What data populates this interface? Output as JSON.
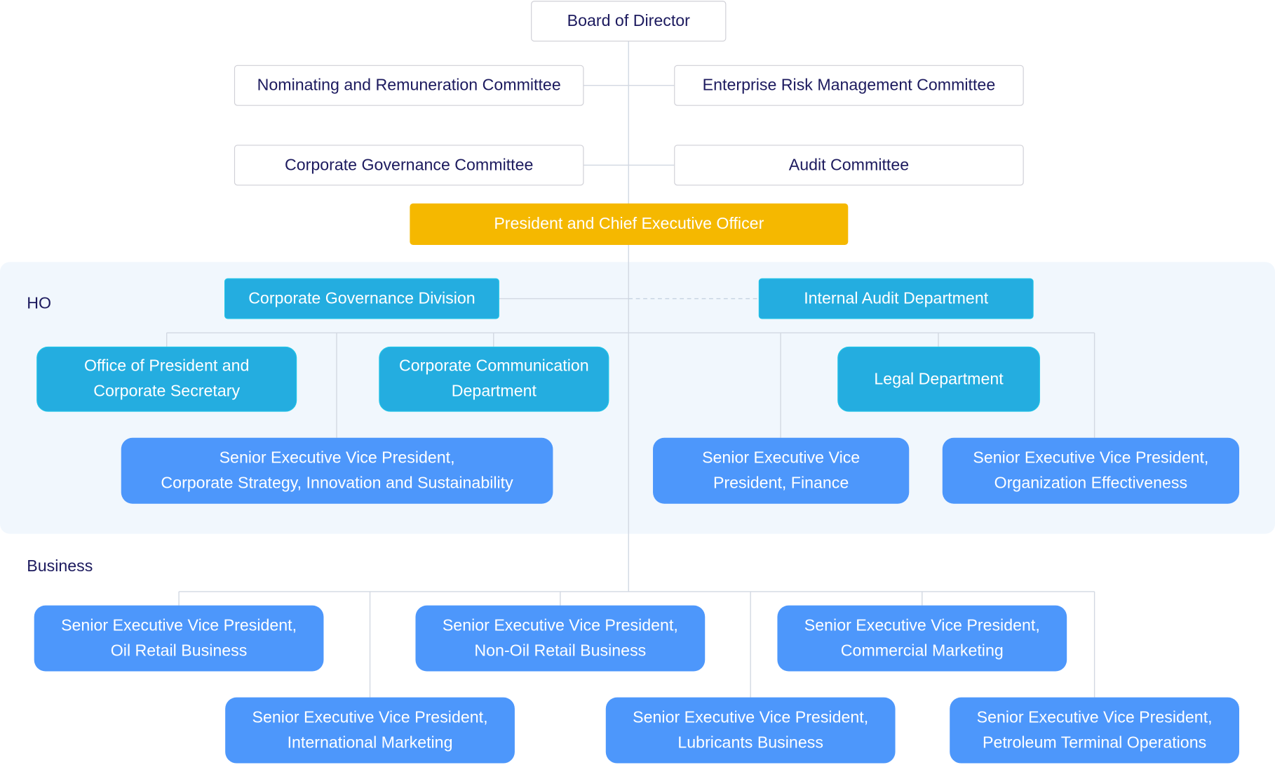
{
  "sections": {
    "ho": "HO",
    "business": "Business"
  },
  "board": {
    "title": "Board of Director",
    "committees": {
      "nominating": "Nominating and Remuneration Committee",
      "risk": "Enterprise Risk Management Committee",
      "governance": "Corporate Governance Committee",
      "audit": "Audit Committee"
    }
  },
  "ceo": "President and Chief Executive Officer",
  "ho": {
    "governance_division": "Corporate Governance Division",
    "internal_audit": "Internal Audit Department",
    "office_president": [
      "Office of President and",
      "Corporate Secretary"
    ],
    "corporate_communication": [
      "Corporate Communication",
      "Department"
    ],
    "legal": "Legal Department",
    "svp_strategy": [
      "Senior Executive Vice President,",
      "Corporate Strategy, Innovation and Sustainability"
    ],
    "svp_finance": [
      "Senior Executive Vice",
      "President, Finance"
    ],
    "svp_org": [
      "Senior Executive Vice President,",
      "Organization Effectiveness"
    ]
  },
  "business": {
    "oil_retail": [
      "Senior Executive Vice President,",
      "Oil Retail Business"
    ],
    "non_oil_retail": [
      "Senior Executive Vice President,",
      "Non-Oil Retail Business"
    ],
    "commercial": [
      "Senior Executive Vice President,",
      "Commercial Marketing"
    ],
    "international": [
      "Senior Executive Vice President,",
      "International Marketing"
    ],
    "lubricants": [
      "Senior Executive Vice President,",
      "Lubricants Business"
    ],
    "terminal": [
      "Senior Executive Vice President,",
      "Petroleum Terminal Operations"
    ]
  },
  "colors": {
    "ceo": "#f5b800",
    "department": "#24ade0",
    "senior_vp": "#4d97fb",
    "ho_band": "#f1f7fd",
    "text_dark": "#1c1a5e"
  }
}
